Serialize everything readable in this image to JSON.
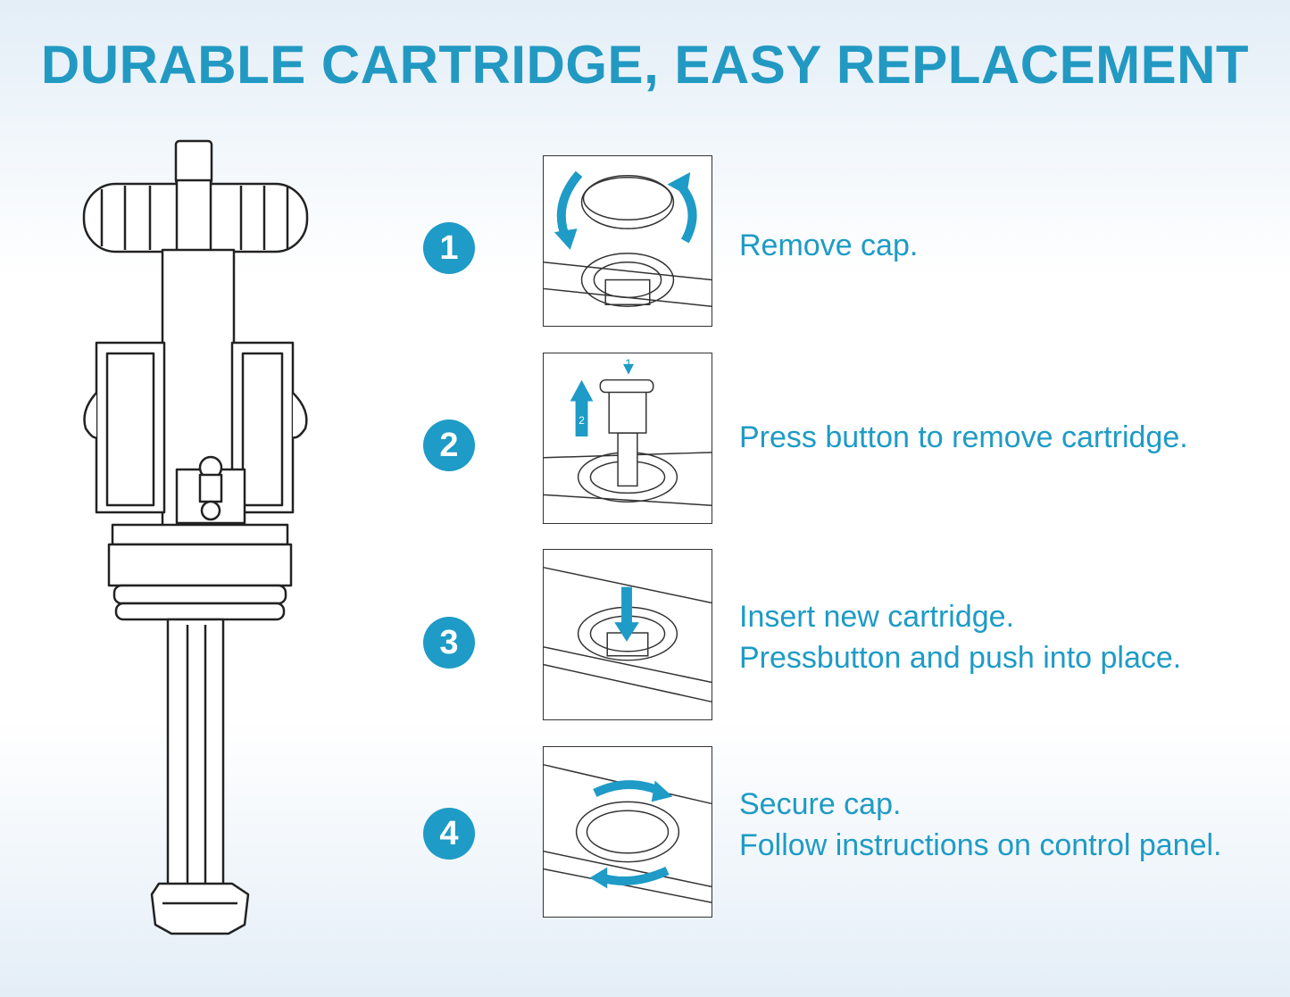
{
  "title": "DURABLE CARTRIDGE, EASY REPLACEMENT",
  "accent_color": "#1e9bc6",
  "steps": [
    {
      "number": "1",
      "lines": [
        "Remove cap."
      ],
      "icon": "rotate-cap-illustration"
    },
    {
      "number": "2",
      "lines": [
        "Press button to remove cartridge."
      ],
      "icon": "press-release-illustration",
      "callouts": [
        "1",
        "2"
      ]
    },
    {
      "number": "3",
      "lines": [
        "Insert new cartridge.",
        "Pressbutton and push into place."
      ],
      "icon": "insert-cartridge-illustration"
    },
    {
      "number": "4",
      "lines": [
        "Secure cap.",
        "Follow instructions on control panel."
      ],
      "icon": "secure-cap-illustration"
    }
  ]
}
